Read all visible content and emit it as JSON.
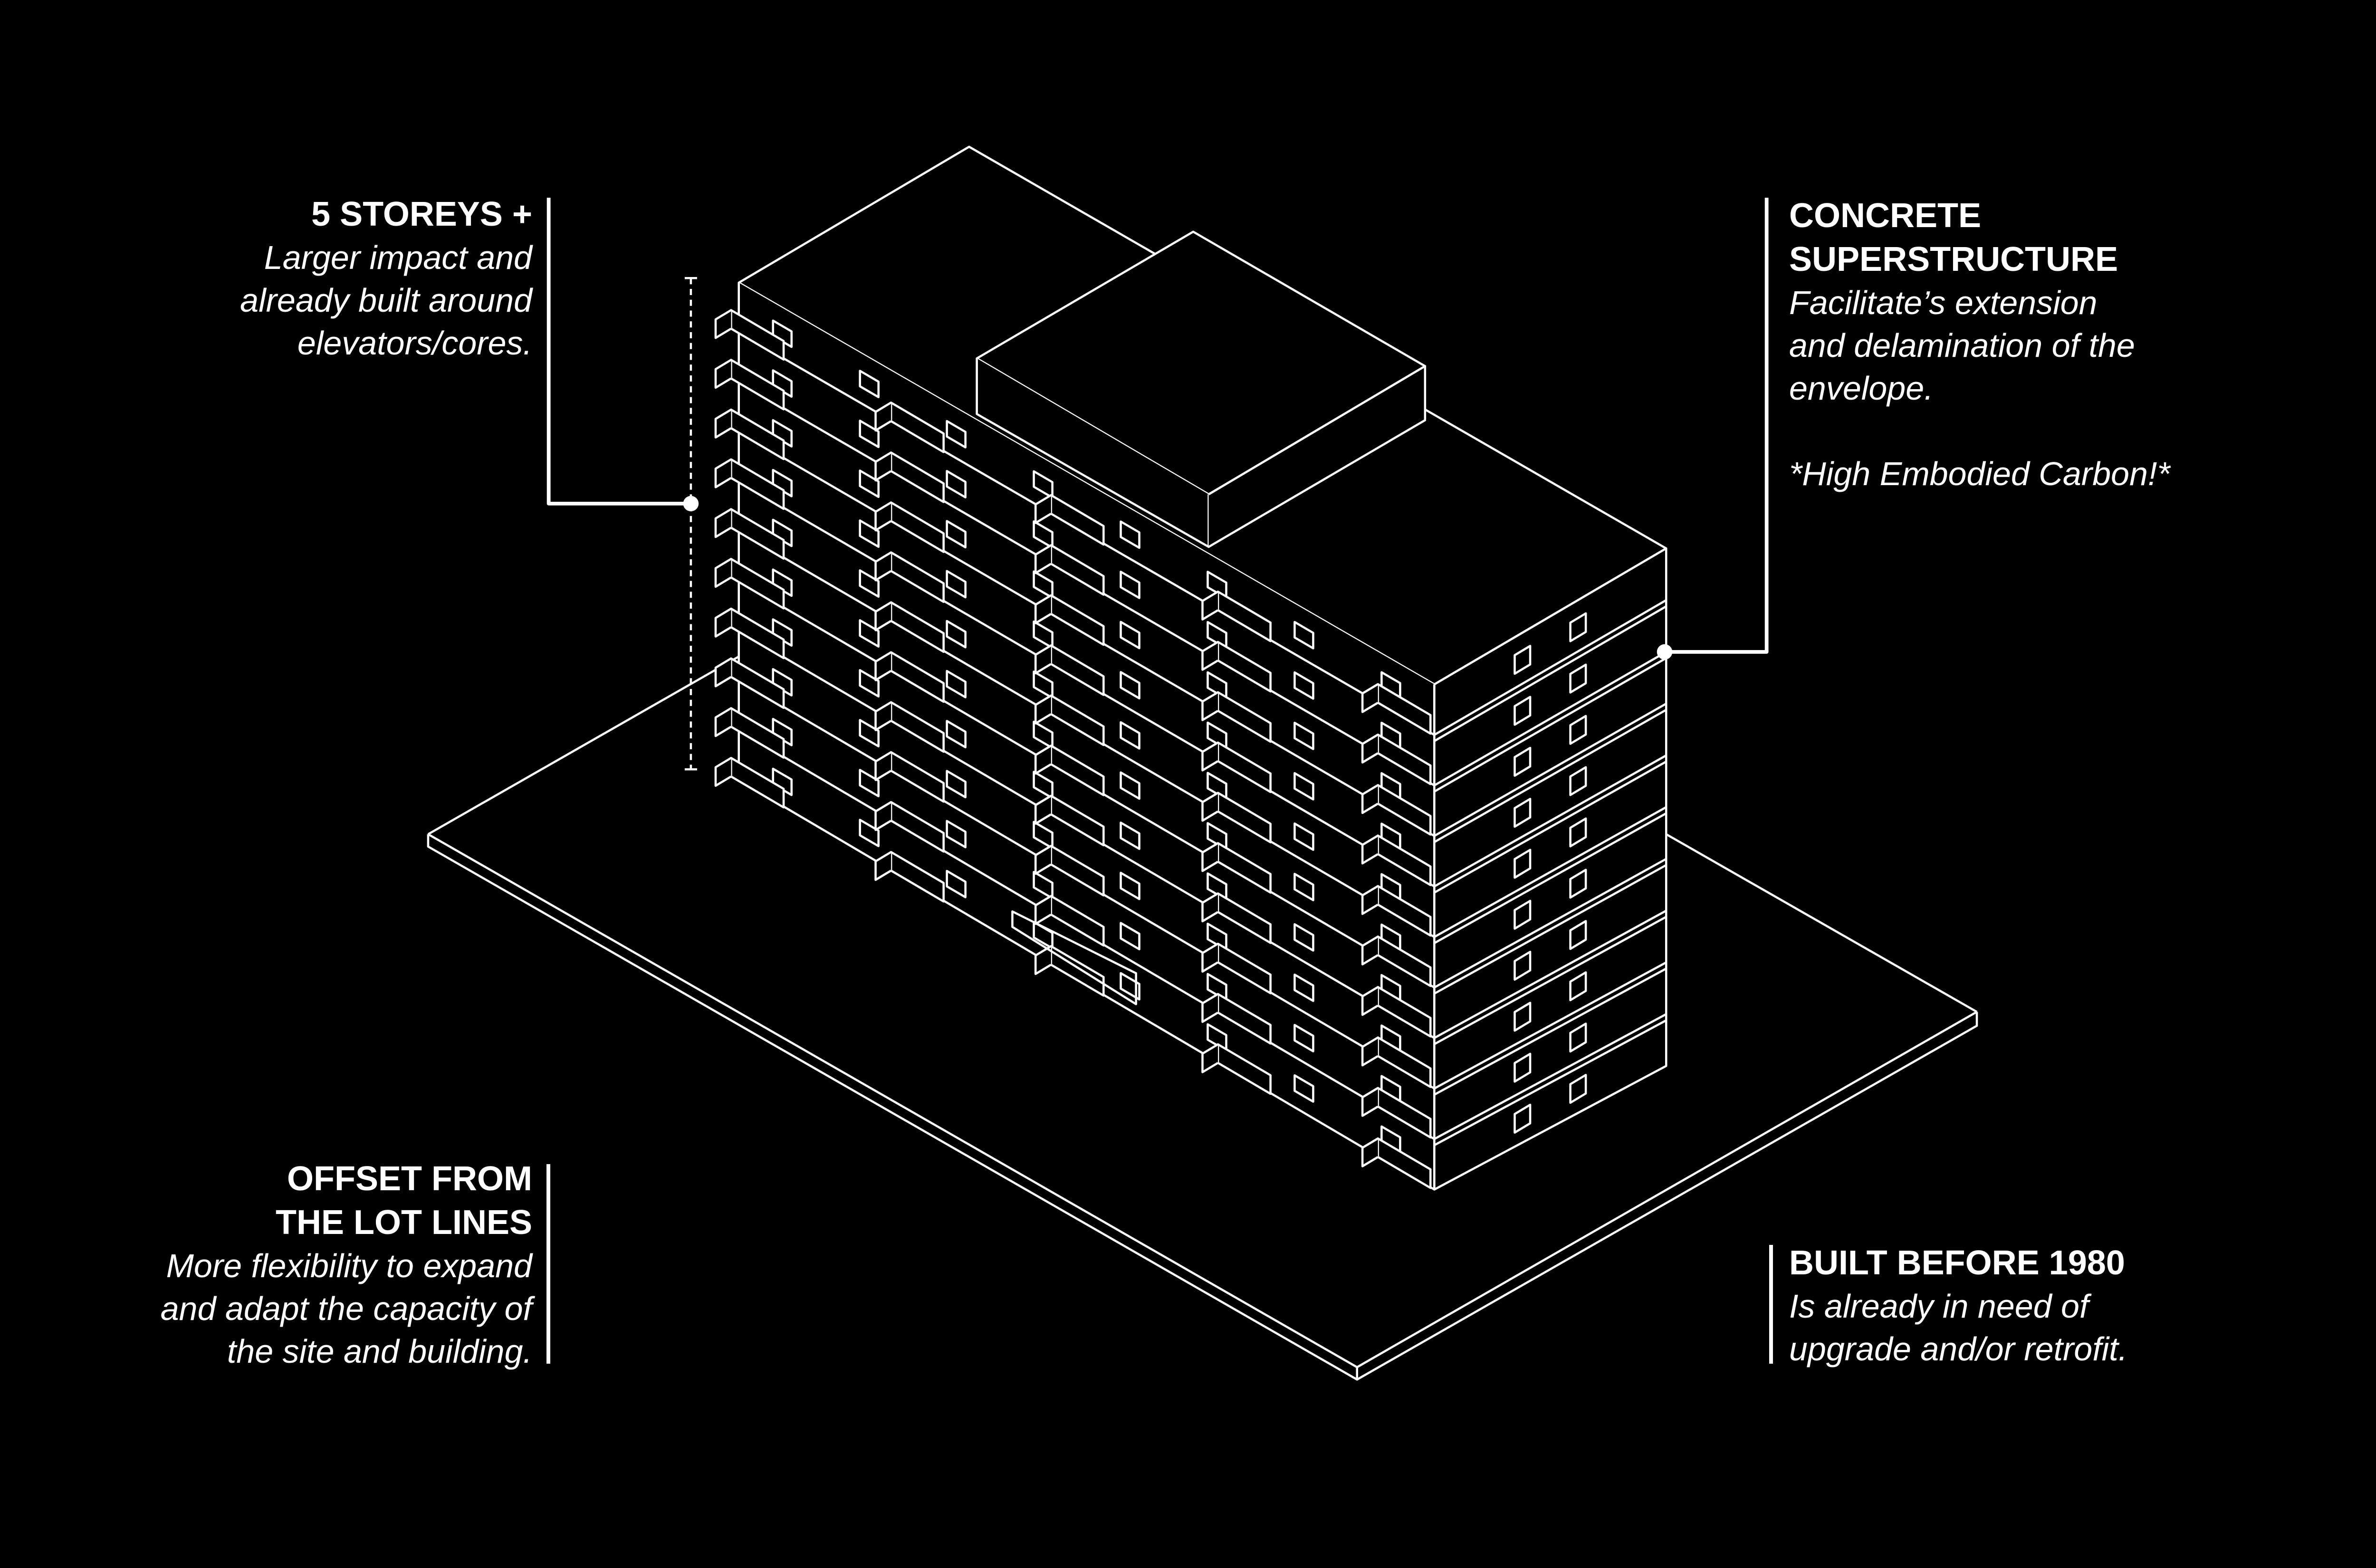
{
  "annotations": {
    "storeys": {
      "title": "5 STOREYS +",
      "lines": [
        "Larger impact and",
        "already built around",
        "elevators/cores."
      ]
    },
    "concrete": {
      "title_lines": [
        "CONCRETE",
        "SUPERSTRUCTURE"
      ],
      "lines": [
        "Facilitate’s extension",
        "and delamination of the",
        "envelope."
      ],
      "note": "*High Embodied Carbon!*"
    },
    "offset": {
      "title_lines": [
        "OFFSET FROM",
        "THE LOT LINES"
      ],
      "lines": [
        "More flexibility to expand",
        "and adapt the capacity of",
        "the site and building."
      ]
    },
    "built": {
      "title": "BUILT BEFORE 1980",
      "lines": [
        "Is already in need of",
        "upgrade and/or retrofit."
      ]
    }
  },
  "colors": {
    "background": "#000000",
    "linework": "#ffffff"
  },
  "building": {
    "storeys": 10
  }
}
